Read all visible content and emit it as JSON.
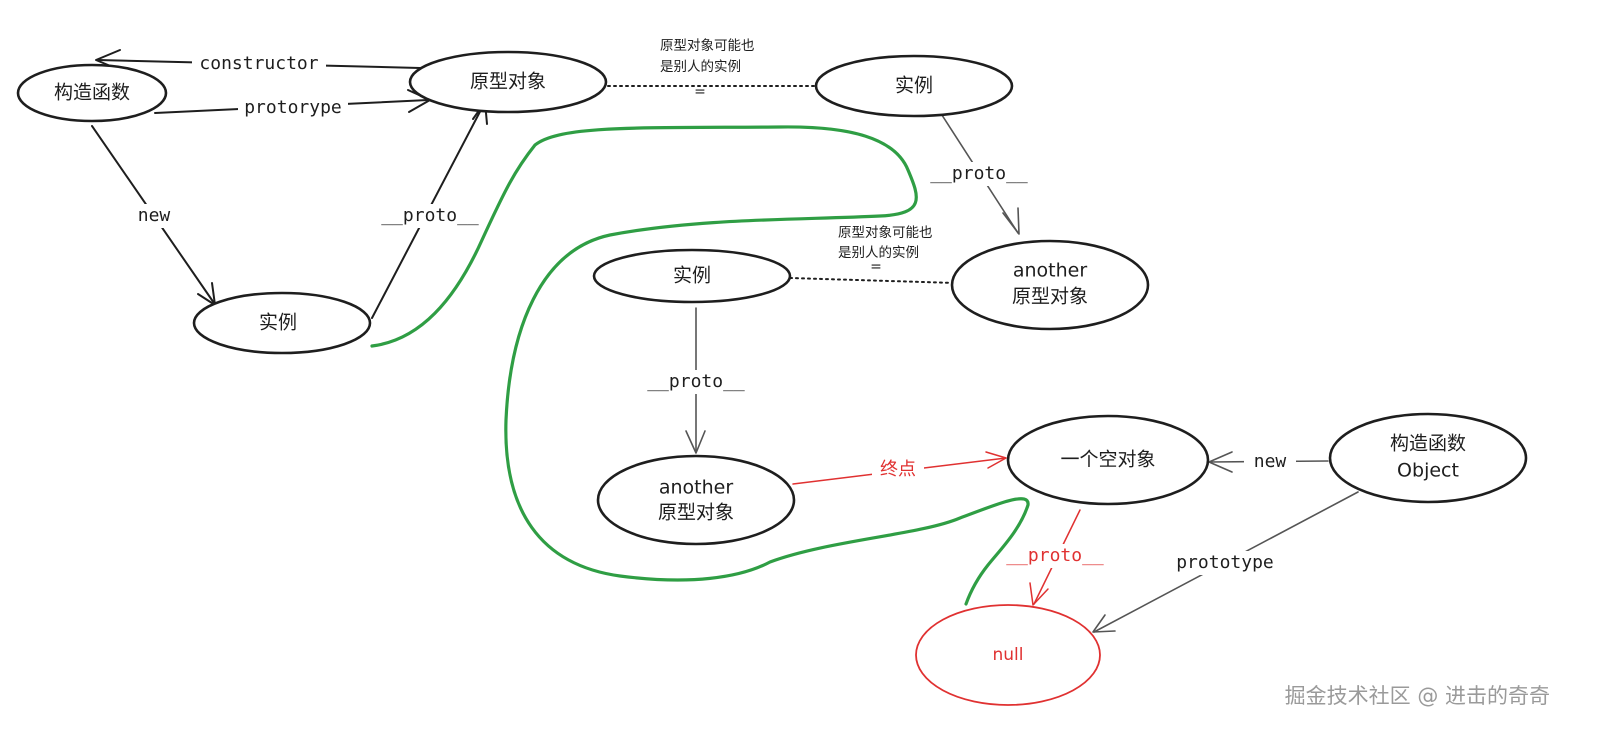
{
  "nodes": {
    "constructor_fn": "构造函数",
    "prototype_obj": "原型对象",
    "instance_top": "实例",
    "instance_left": "实例",
    "another_proto_right": [
      "another",
      "原型对象"
    ],
    "instance_mid": "实例",
    "another_proto_mid": [
      "another",
      "原型对象"
    ],
    "empty_object": "一个空对象",
    "object_constructor": [
      "构造函数",
      "Object"
    ],
    "null_node": "null"
  },
  "edges": {
    "constructor": "constructor",
    "protorype": "protorype",
    "new_left": "new",
    "proto_left": "__proto__",
    "proto_right": "__proto__",
    "proto_mid": "__proto__",
    "end_point": "终点",
    "new_right": "new",
    "proto_null": "__proto__",
    "prototype_object": "prototype"
  },
  "notes": {
    "top": [
      "原型对象可能也",
      "是别人的实例"
    ],
    "top_eq": "=",
    "mid": [
      "原型对象可能也",
      "是别人的实例"
    ],
    "mid_eq": "="
  },
  "colors": {
    "stroke": "#1e1e1e",
    "red": "#e03131",
    "green": "#2f9e44",
    "gray": "#555555",
    "watermark": "#9a9a9a"
  },
  "watermark": "掘金技术社区 @ 进击的奇奇"
}
